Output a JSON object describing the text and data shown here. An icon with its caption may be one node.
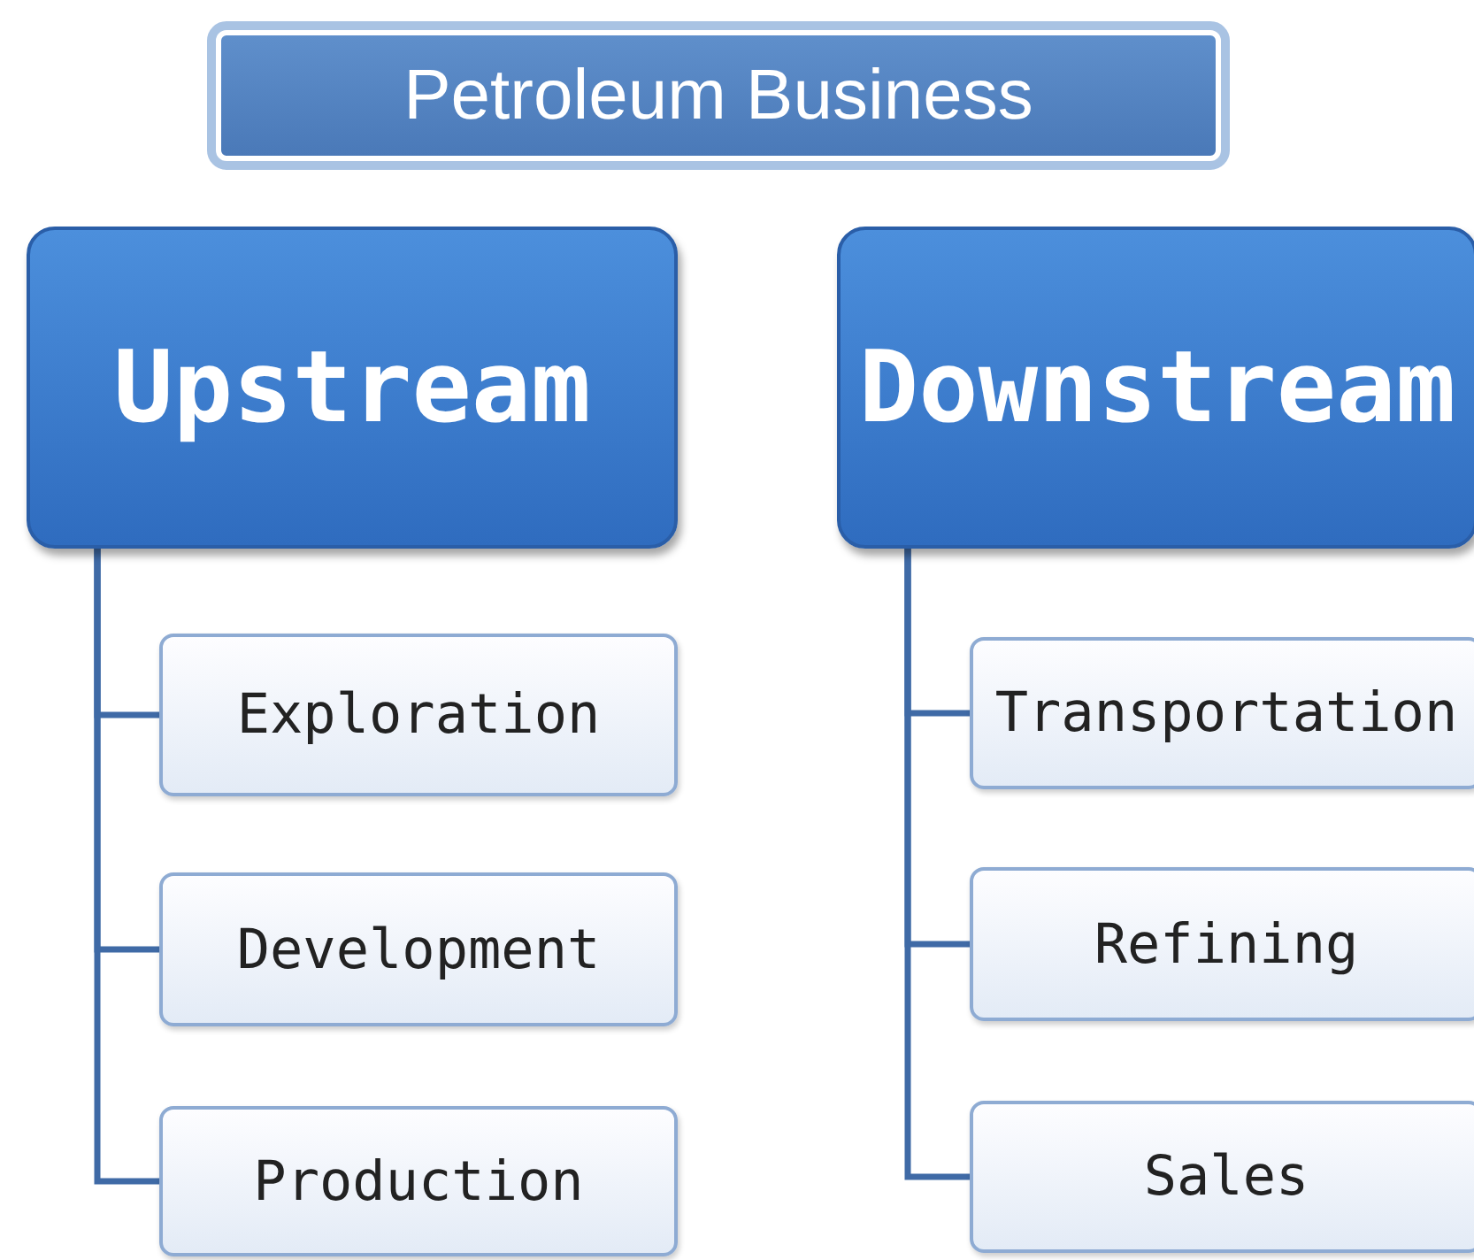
{
  "diagram": {
    "nodes": [
      {
        "text": [
          "Petroleum Business"
        ]
      },
      {
        "text": [
          "Upstream"
        ]
      },
      {
        "text": [
          "Downstream"
        ]
      },
      {
        "text": [
          "Exploration"
        ]
      },
      {
        "text": [
          "Development"
        ]
      },
      {
        "text": [
          "Production"
        ]
      },
      {
        "text": [
          "Transportation"
        ]
      },
      {
        "text": [
          "Refining"
        ]
      },
      {
        "text": [
          "Sales"
        ]
      }
    ],
    "edges": [
      {
        "from": 1,
        "to": 3,
        "arrow": "none"
      },
      {
        "from": 1,
        "to": 4,
        "arrow": "none"
      },
      {
        "from": 1,
        "to": 5,
        "arrow": "none"
      },
      {
        "from": 2,
        "to": 6,
        "arrow": "none"
      },
      {
        "from": 2,
        "to": 7,
        "arrow": "none"
      },
      {
        "from": 2,
        "to": 8,
        "arrow": "none"
      }
    ]
  }
}
